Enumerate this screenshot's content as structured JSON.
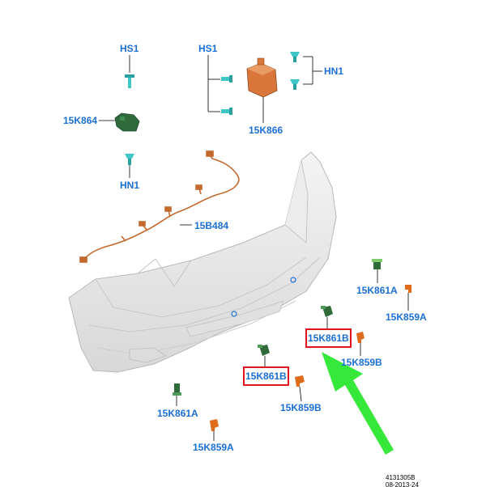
{
  "colors": {
    "label": "#1a6fd6",
    "highlight": "#e0141e",
    "arrow": "#35e83a",
    "harness": "#c4692d",
    "bumper": "#e6e6e6",
    "module": "#d9773a",
    "sensor": "#2f6b3a",
    "clip": "#3fc6c6",
    "bracket": "#e06b1a"
  },
  "labels": {
    "hs1_left": "HS1",
    "hs1_right": "HS1",
    "hn1_right": "HN1",
    "part_15k864": "15K864",
    "part_15k866": "15K866",
    "hn1_left": "HN1",
    "part_15b484": "15B484",
    "part_15k861a_right": "15K861A",
    "part_15k859a_right": "15K859A",
    "part_15k861b_upper": "15K861B",
    "part_15k859b_upper": "15K859B",
    "part_15k861b_lower": "15K861B",
    "part_15k859b_lower": "15K859B",
    "part_15k861a_left": "15K861A",
    "part_15k859a_left": "15K859A"
  },
  "footer": {
    "ref_number": "4131305B",
    "date": "08-2013-24"
  }
}
